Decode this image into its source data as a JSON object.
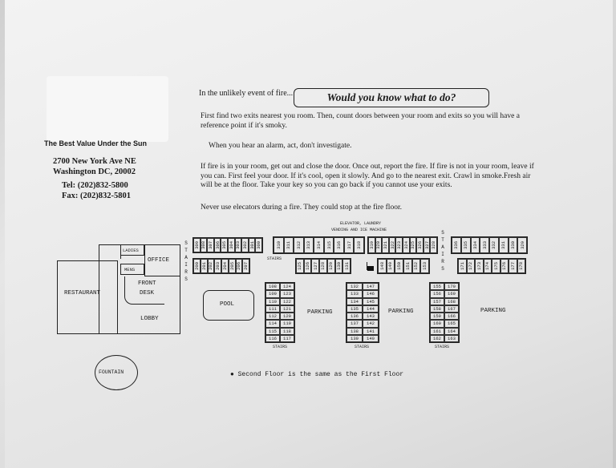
{
  "header": {
    "intro": "In the unlikely event of fire...",
    "title": "Would you know what to do?"
  },
  "hotel": {
    "name": "The Best Value Under the Sun",
    "address1": "2700 New York Ave NE",
    "address2": "Washington DC, 20002",
    "tel": "Tel: (202)832-5800",
    "fax": "Fax: (202)832-5801"
  },
  "instructions": [
    "First find two exits nearest you room. Then, count doors between your room and exits so you will have a reference point if it's smoky.",
    "When you hear an alarm, act, don't investigate.",
    "If fire is in your room, get out and close the door. Once out, report the fire. If fire is not in your room, leave if you can. First feel your door. If it's cool, open it slowly. And go to the nearest exit. Crawl in smoke.Fresh air will be at the floor. Take your key so you can go back if you cannot use your exits.",
    "Never use elecators during a fire. They could stop at the fire floor."
  ],
  "map": {
    "labels": {
      "restaurant": "RESTAURANT",
      "ladies": "LADIES",
      "mens": "MENS",
      "office": "OFFICE",
      "front_desk_1": "FRONT",
      "front_desk_2": "DESK",
      "lobby": "LOBBY",
      "pool": "POOL",
      "fountain": "FOUNTAIN",
      "parking": "PARKING",
      "stairs": "STAIRS",
      "stairs_v": "STAIRS",
      "elevator_1": "ELEVATOR, LAUNDRY",
      "elevator_2": "VENDING AND ICE MACHINE"
    },
    "note": "Second Floor is the same as the First Floor",
    "north_top": [
      "309",
      "308",
      "307",
      "306",
      "305",
      "304",
      "303",
      "302",
      "301",
      "300"
    ],
    "north_bottom": [
      "200",
      "201",
      "202",
      "203",
      "204",
      "205",
      "206",
      "207"
    ],
    "center_top": [
      "310",
      "311",
      "312",
      "313",
      "314",
      "315",
      "316",
      "317",
      "318"
    ],
    "center_bottom": [
      "125",
      "126",
      "127",
      "128",
      "129",
      "130",
      "131"
    ],
    "east_top": [
      "319",
      "320",
      "321",
      "322",
      "323",
      "324",
      "325",
      "326",
      "327",
      "328"
    ],
    "east_bottom": [
      "148",
      "149",
      "150",
      "151",
      "152",
      "153"
    ],
    "far_top": [
      "336",
      "335",
      "334",
      "333",
      "332",
      "331",
      "330",
      "329"
    ],
    "far_bottom": [
      "171",
      "172",
      "173",
      "174",
      "175",
      "176",
      "177",
      "178"
    ],
    "wing1": [
      [
        "108",
        "124"
      ],
      [
        "109",
        "123"
      ],
      [
        "110",
        "122"
      ],
      [
        "111",
        "121"
      ],
      [
        "112",
        "120"
      ],
      [
        "114",
        "119"
      ],
      [
        "115",
        "118"
      ],
      [
        "116",
        "117"
      ]
    ],
    "wing2": [
      [
        "132",
        "147"
      ],
      [
        "133",
        "146"
      ],
      [
        "134",
        "145"
      ],
      [
        "135",
        "144"
      ],
      [
        "136",
        "143"
      ],
      [
        "137",
        "142"
      ],
      [
        "138",
        "141"
      ],
      [
        "139",
        "140"
      ]
    ],
    "wing3": [
      [
        "155",
        "170"
      ],
      [
        "156",
        "169"
      ],
      [
        "157",
        "168"
      ],
      [
        "158",
        "167"
      ],
      [
        "159",
        "166"
      ],
      [
        "160",
        "165"
      ],
      [
        "161",
        "164"
      ],
      [
        "162",
        "163"
      ]
    ]
  }
}
